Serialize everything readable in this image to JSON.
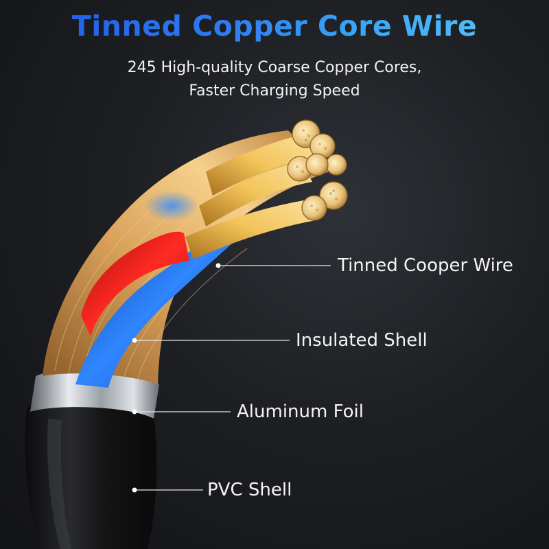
{
  "header": {
    "title": "Tinned Copper Core Wire",
    "subtitle_line1": "245 High-quality Coarse Copper Cores,",
    "subtitle_line2": "Faster Charging Speed"
  },
  "callouts": {
    "tinned_copper_wire": "Tinned Cooper Wire",
    "insulated_shell": "Insulated Shell",
    "aluminum_foil": "Aluminum Foil",
    "pvc_shell": "PVC Shell"
  },
  "colors": {
    "title_gradient_start": "#1f57e6",
    "title_gradient_end": "#5fc6f6",
    "copper": "#d9a15a",
    "red_insulation": "#e8201c",
    "blue_insulation": "#1f6fe0",
    "foil": "#c9cdd2",
    "pvc": "#1a1a1c"
  }
}
